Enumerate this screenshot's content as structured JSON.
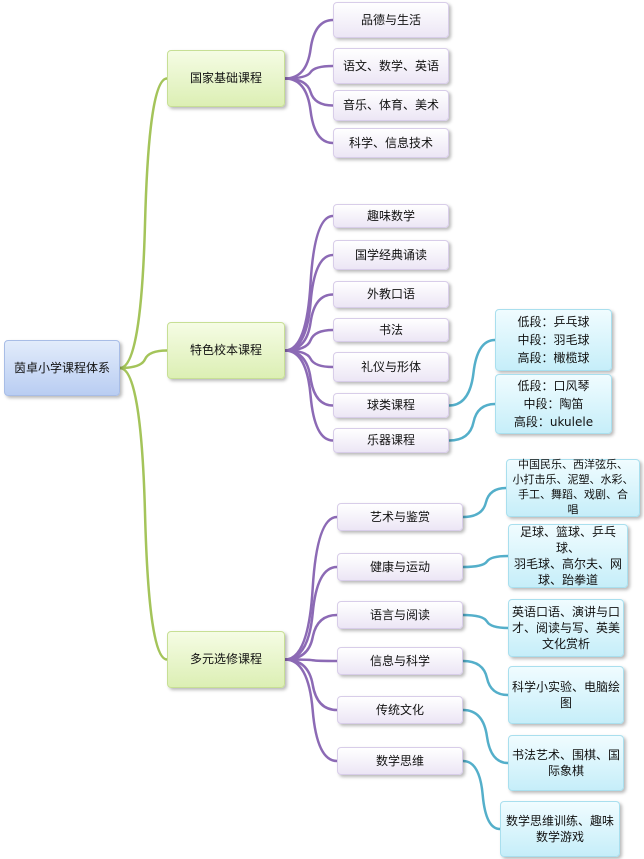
{
  "root": {
    "label": "茵卓小学课程体系"
  },
  "branches": [
    {
      "label": "国家基础课程",
      "children": [
        {
          "label": "品德与生活"
        },
        {
          "label": "语文、数学、英语"
        },
        {
          "label": "音乐、体育、美术"
        },
        {
          "label": "科学、信息技术"
        }
      ]
    },
    {
      "label": "特色校本课程",
      "children": [
        {
          "label": "趣味数学"
        },
        {
          "label": "国学经典诵读"
        },
        {
          "label": "外教口语"
        },
        {
          "label": "书法"
        },
        {
          "label": "礼仪与形体"
        },
        {
          "label": "球类课程",
          "detail": [
            "低段：乒乓球",
            "中段：羽毛球",
            "高段：橄榄球"
          ]
        },
        {
          "label": "乐器课程",
          "detail": [
            "低段：口风琴",
            "中段：陶笛",
            "高段：ukulele"
          ]
        }
      ]
    },
    {
      "label": "多元选修课程",
      "children": [
        {
          "label": "艺术与鉴赏",
          "detail": [
            "中国民乐、西洋弦乐、",
            "小打击乐、泥塑、水彩、",
            "手工、舞蹈、戏剧、合",
            "唱"
          ]
        },
        {
          "label": "健康与运动",
          "detail": [
            "足球、篮球、乒乓球、",
            "羽毛球、高尔夫、网",
            "球、跆拳道"
          ]
        },
        {
          "label": "语言与阅读",
          "detail": [
            "英语口语、演讲与口",
            "才、阅读与写、英美",
            "文化赏析"
          ]
        },
        {
          "label": "信息与科学",
          "detail": [
            "科学小实验、电脑绘",
            "图"
          ]
        },
        {
          "label": "传统文化",
          "detail": [
            "书法艺术、围棋、国",
            "际象棋"
          ]
        },
        {
          "label": "数学思维",
          "detail": [
            "数学思维训练、趣味",
            "数学游戏"
          ]
        }
      ]
    }
  ],
  "colors": {
    "root_branch_line": "#a4c45a",
    "branch_child_line": "#8c6ab5",
    "child_detail_line": "#54afca"
  }
}
